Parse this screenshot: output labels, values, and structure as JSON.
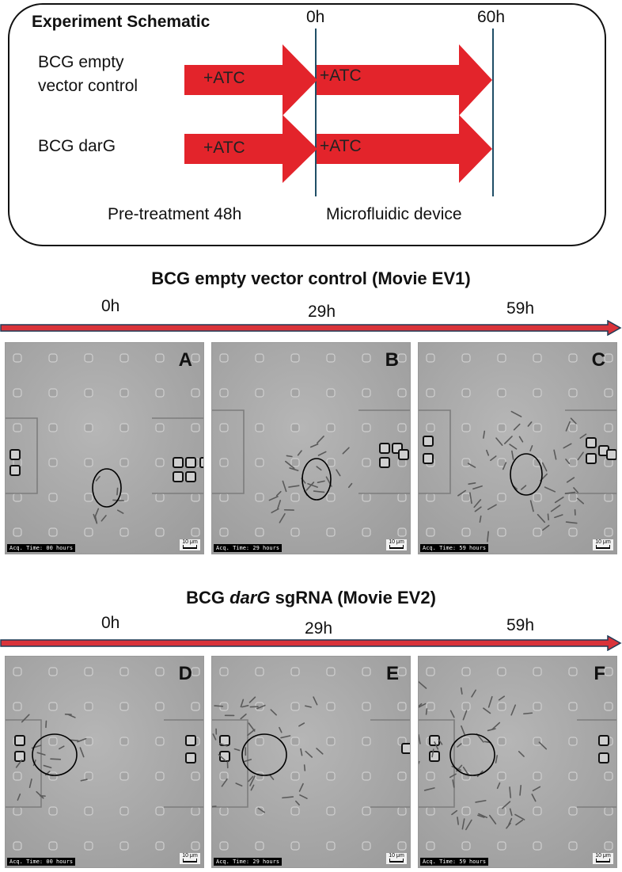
{
  "schematic": {
    "title": "Experiment Schematic",
    "time_start": "0h",
    "time_end": "60h",
    "rows": [
      {
        "label_line1": "BCG empty",
        "label_line2": "vector control",
        "pre_label": "+ATC",
        "device_label": "+ATC"
      },
      {
        "label_line1": "BCG darG",
        "label_line2": "",
        "pre_label": "+ATC",
        "device_label": "+ATC"
      }
    ],
    "phase_pre": "Pre-treatment 48h",
    "phase_device": "Microfluidic device",
    "colors": {
      "arrow": "#e3242b",
      "line": "#1f4e66"
    }
  },
  "sections": [
    {
      "title": "BCG empty vector control (Movie EV1)",
      "title_italic": "",
      "title_suffix": "",
      "times": [
        "0h",
        "29h",
        "59h"
      ],
      "panels": [
        {
          "letter": "A",
          "acq": "Acq. Time: 00 hours",
          "scale": "10 μm"
        },
        {
          "letter": "B",
          "acq": "Acq. Time: 29 hours",
          "scale": "10 μm"
        },
        {
          "letter": "C",
          "acq": "Acq. Time: 59 hours",
          "scale": "10 μm"
        }
      ]
    },
    {
      "title": "BCG ",
      "title_italic": "darG",
      "title_suffix": " sgRNA (Movie EV2)",
      "times": [
        "0h",
        "29h",
        "59h"
      ],
      "panels": [
        {
          "letter": "D",
          "acq": "Acq. Time: 00 hours",
          "scale": "10 μm"
        },
        {
          "letter": "E",
          "acq": "Acq. Time: 29 hours",
          "scale": "10 μm"
        },
        {
          "letter": "F",
          "acq": "Acq. Time: 59 hours",
          "scale": "10 μm"
        }
      ]
    }
  ],
  "colors": {
    "timeline_fill": "#d9333a",
    "timeline_stroke": "#1f3b57",
    "panel_bg": "#a9a9a9"
  }
}
